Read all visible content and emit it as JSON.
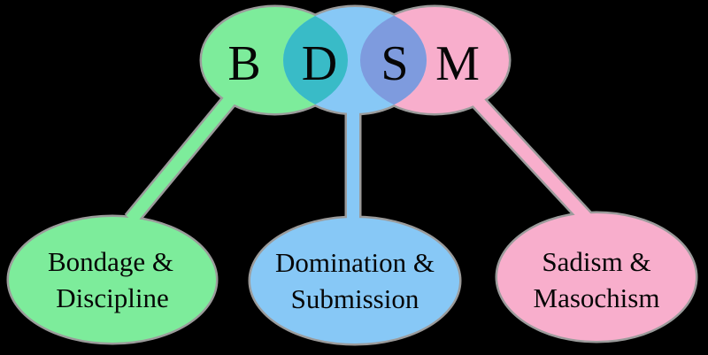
{
  "diagram": {
    "acronym": {
      "b": "B",
      "d": "D",
      "s": "S",
      "m": "M"
    },
    "definitions": {
      "bondage_discipline": {
        "line1": "Bondage &",
        "line2": "Discipline"
      },
      "domination_submission": {
        "line1": "Domination &",
        "line2": "Submission"
      },
      "sadism_masochism": {
        "line1": "Sadism &",
        "line2": "Masochism"
      }
    }
  },
  "colors": {
    "background": "#000000",
    "green": "#7dec9b",
    "blue": "#87c8f6",
    "pink": "#f8aecc",
    "green_blue_overlap": "#39bbc7",
    "blue_pink_overlap": "#7e9bde",
    "text": "#060606",
    "edge_halo": "#c2c2c2"
  }
}
